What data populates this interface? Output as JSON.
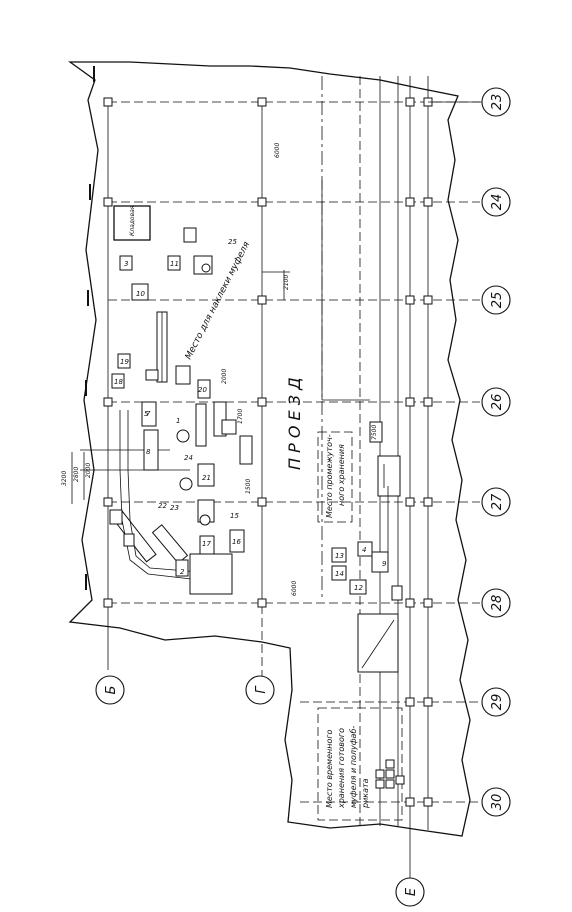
{
  "drawing": {
    "aisle_label": "П Р О Е З Д",
    "zone_muffle": "Место для наклеки муфеля",
    "zone_interim": [
      "Место промежуточ-",
      "ного хранения"
    ],
    "zone_temp": [
      "Место временного",
      "хранения готового",
      "муфеля и полуфаб-",
      "риката"
    ],
    "office_label": "Кладовая",
    "axis_numbers": [
      "23",
      "24",
      "25",
      "26",
      "27",
      "28",
      "29",
      "30"
    ],
    "axis_letters": [
      "Б",
      "Г",
      "Е"
    ],
    "dimensions": [
      "6000",
      "6000",
      "7500",
      "2100",
      "3200",
      "2800",
      "2000",
      "1700",
      "1500",
      "2000"
    ],
    "equipment": [
      "1",
      "2",
      "3",
      "4",
      "5",
      "7",
      "8",
      "9",
      "10",
      "11",
      "12",
      "13",
      "14",
      "15",
      "16",
      "17",
      "18",
      "19",
      "20",
      "21",
      "22",
      "23",
      "24",
      "25"
    ]
  }
}
